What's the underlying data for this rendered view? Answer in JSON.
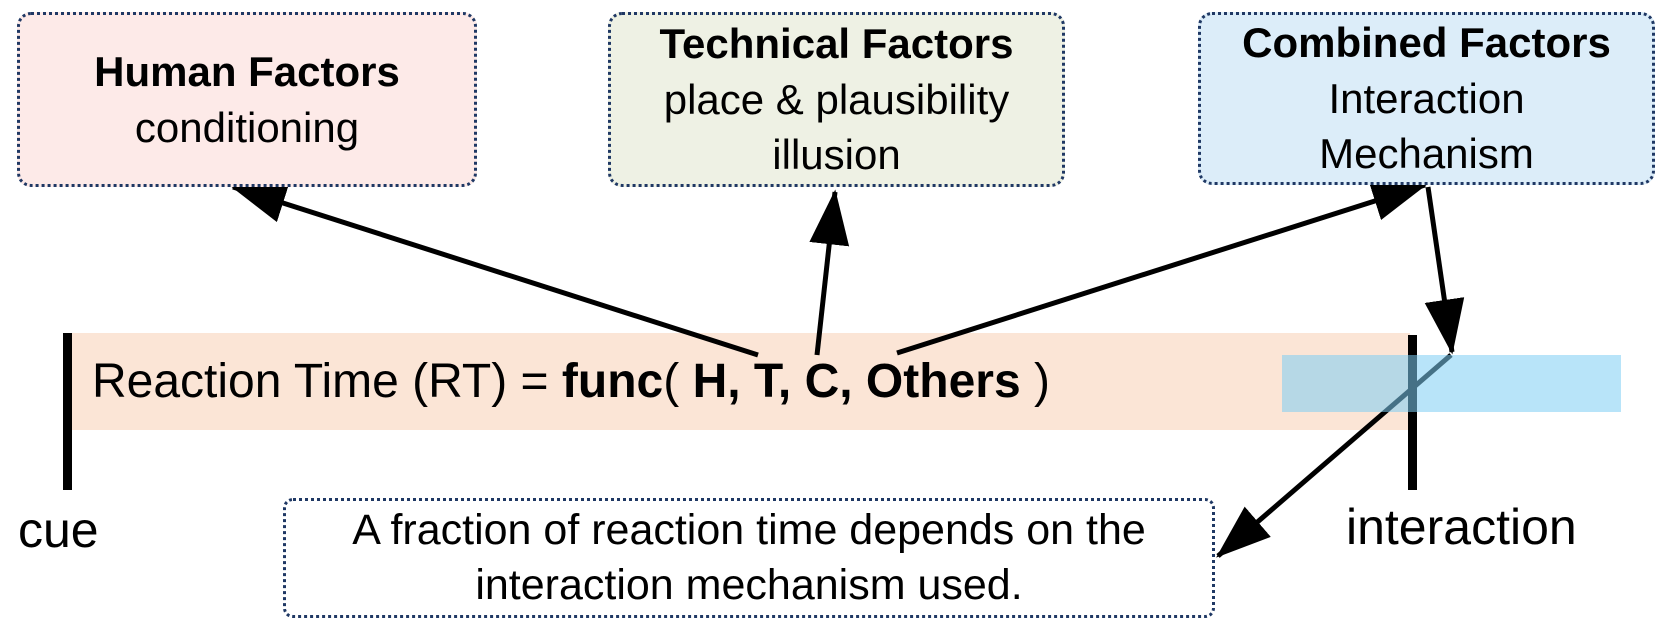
{
  "colors": {
    "human_box_bg": "#fdeae8",
    "technical_box_bg": "#eef1e4",
    "combined_box_bg": "#dcedf9",
    "box_border": "#1f3864",
    "timeline_band": "#fbe5d6",
    "interaction_highlight": "rgba(126,206,244,0.55)",
    "arrow": "#000000"
  },
  "factor_boxes": {
    "human": {
      "title": "Human Factors",
      "subtitle_line1": "conditioning"
    },
    "technical": {
      "title": "Technical Factors",
      "subtitle_line1": "place & plausibility",
      "subtitle_line2": "illusion"
    },
    "combined": {
      "title": "Combined Factors",
      "subtitle_line1": "Interaction",
      "subtitle_line2": "Mechanism"
    }
  },
  "formula": {
    "prefix": "Reaction Time (RT) = ",
    "func_name": "func",
    "open": "( ",
    "args": "H, T, C, Others",
    "close": " )"
  },
  "timeline": {
    "start_label": "cue",
    "end_label": "interaction"
  },
  "note": {
    "line1": "A fraction of reaction time depends on the",
    "line2": "interaction mechanism used."
  }
}
